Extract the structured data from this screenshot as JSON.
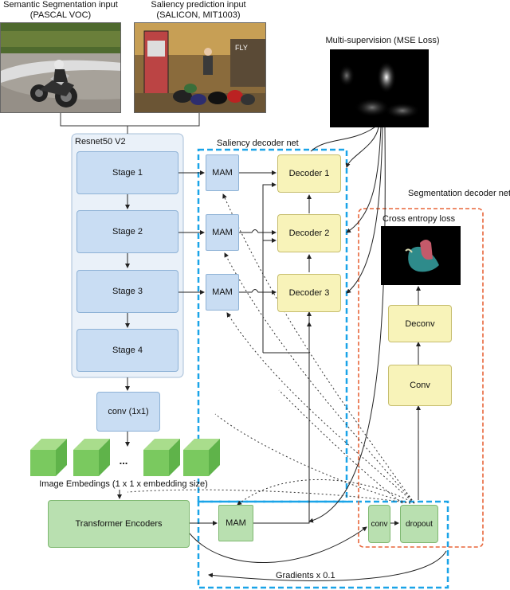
{
  "inputs": {
    "seg_title_1": "Semantic Segmentation input",
    "seg_title_2": "(PASCAL VOC)",
    "sal_title_1": "Saliency prediction input",
    "sal_title_2": "(SALICON, MIT1003)"
  },
  "multi_supervision": "Multi-supervision (MSE Loss)",
  "backbone": {
    "title": "Resnet50 V2",
    "stages": [
      "Stage 1",
      "Stage 2",
      "Stage 3",
      "Stage 4"
    ],
    "conv": "conv (1x1)"
  },
  "saliency": {
    "title": "Saliency decoder net",
    "mam_labels": [
      "MAM",
      "MAM",
      "MAM"
    ],
    "decoders": [
      "Decoder 1",
      "Decoder 2",
      "Decoder 3"
    ]
  },
  "segmentation": {
    "title": "Segmentation decoder net",
    "loss": "Cross entropy loss",
    "deconv": "Deconv",
    "conv": "Conv"
  },
  "embeddings": {
    "dots": "...",
    "caption": "Image Embedings (1 x 1 x embedding size)"
  },
  "transformer": {
    "label": "Transformer Encoders",
    "mam": "MAM",
    "conv": "conv",
    "dropout": "dropout",
    "gradients": "Gradients x 0.1"
  },
  "colors": {
    "saliency_border": "#1aa4e8",
    "segmentation_border": "#e8663a",
    "stage_fill": "#c9ddf3",
    "decoder_fill": "#f8f3b9",
    "green_fill": "#b9e0b0"
  }
}
